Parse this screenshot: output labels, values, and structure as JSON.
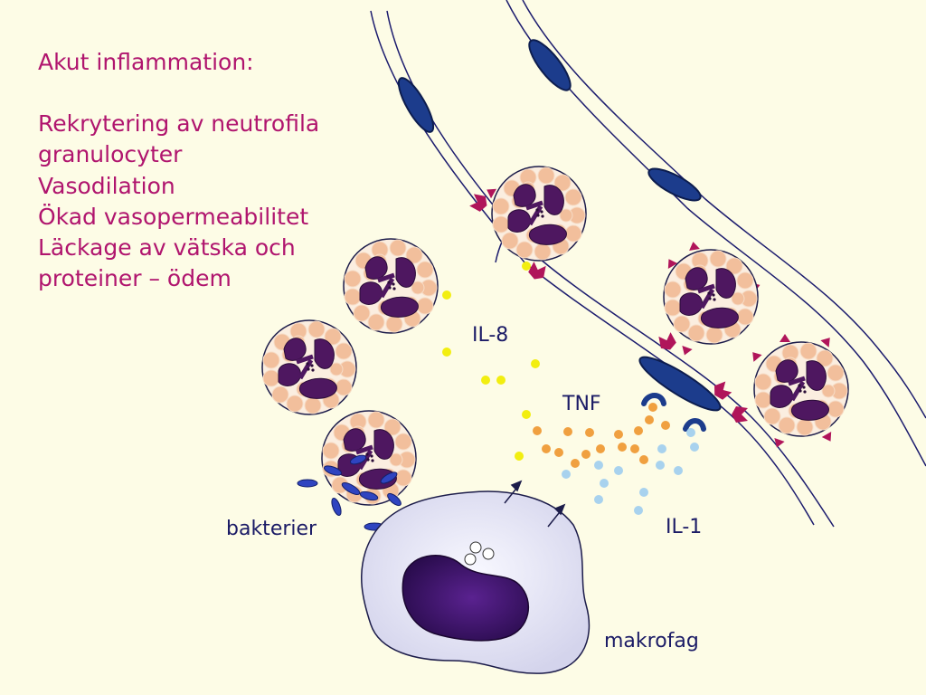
{
  "text_block": {
    "heading": "Akut inflammation:",
    "lines": [
      "Rekrytering av neutrofila",
      "granulocyter",
      "Vasodilation",
      "Ökad vasopermeabilitet",
      "Läckage av vätska och",
      "proteiner – ödem"
    ]
  },
  "labels": {
    "il8": "IL-8",
    "tnf": "TNF",
    "il1": "IL-1",
    "bacteria": "bakterier",
    "macrophage": "makrofag"
  },
  "colors": {
    "background": "#fdfce6",
    "text_accent": "#b0156e",
    "label_text": "#1b1b66",
    "vessel_line": "#1c1c6e",
    "endothelial_nucleus": "#1c3c8c",
    "neutrophil_granule": "#f2bf9c",
    "neutrophil_nucleus": "#4e1760",
    "adhesion_molecule": "#b0155a",
    "il8_dot": "#f2ee10",
    "tnf_dot": "#f0a040",
    "il1_dot": "#a8d2ee",
    "bacteria": "#2f44c0",
    "macrophage_body": "#e4e4f4",
    "macrophage_nucleus": "#3a1560"
  }
}
